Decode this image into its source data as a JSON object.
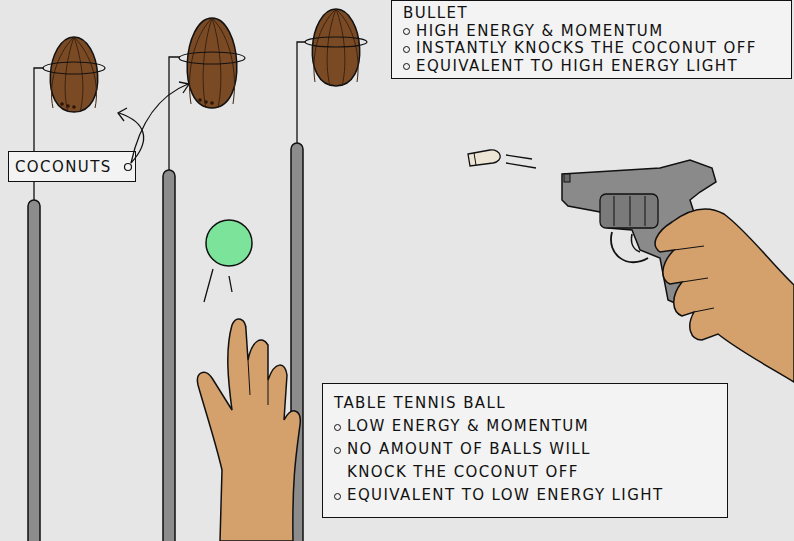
{
  "diagram": {
    "nodes": [
      {
        "text": [
          "BULLET",
          "HIGH ENERGY & MOMENTUM",
          "INSTANTLY KNOCKS THE COCONUT OFF",
          "EQUIVALENT TO HIGH ENERGY LIGHT"
        ]
      },
      {
        "text": [
          "COCONUTS"
        ]
      },
      {
        "text": [
          "TABLE TENNIS BALL",
          "LOW ENERGY & MOMENTUM",
          "NO AMOUNT OF BALLS WILL KNOCK THE COCONUT OFF",
          "EQUIVALENT TO LOW ENERGY LIGHT"
        ]
      }
    ]
  }
}
